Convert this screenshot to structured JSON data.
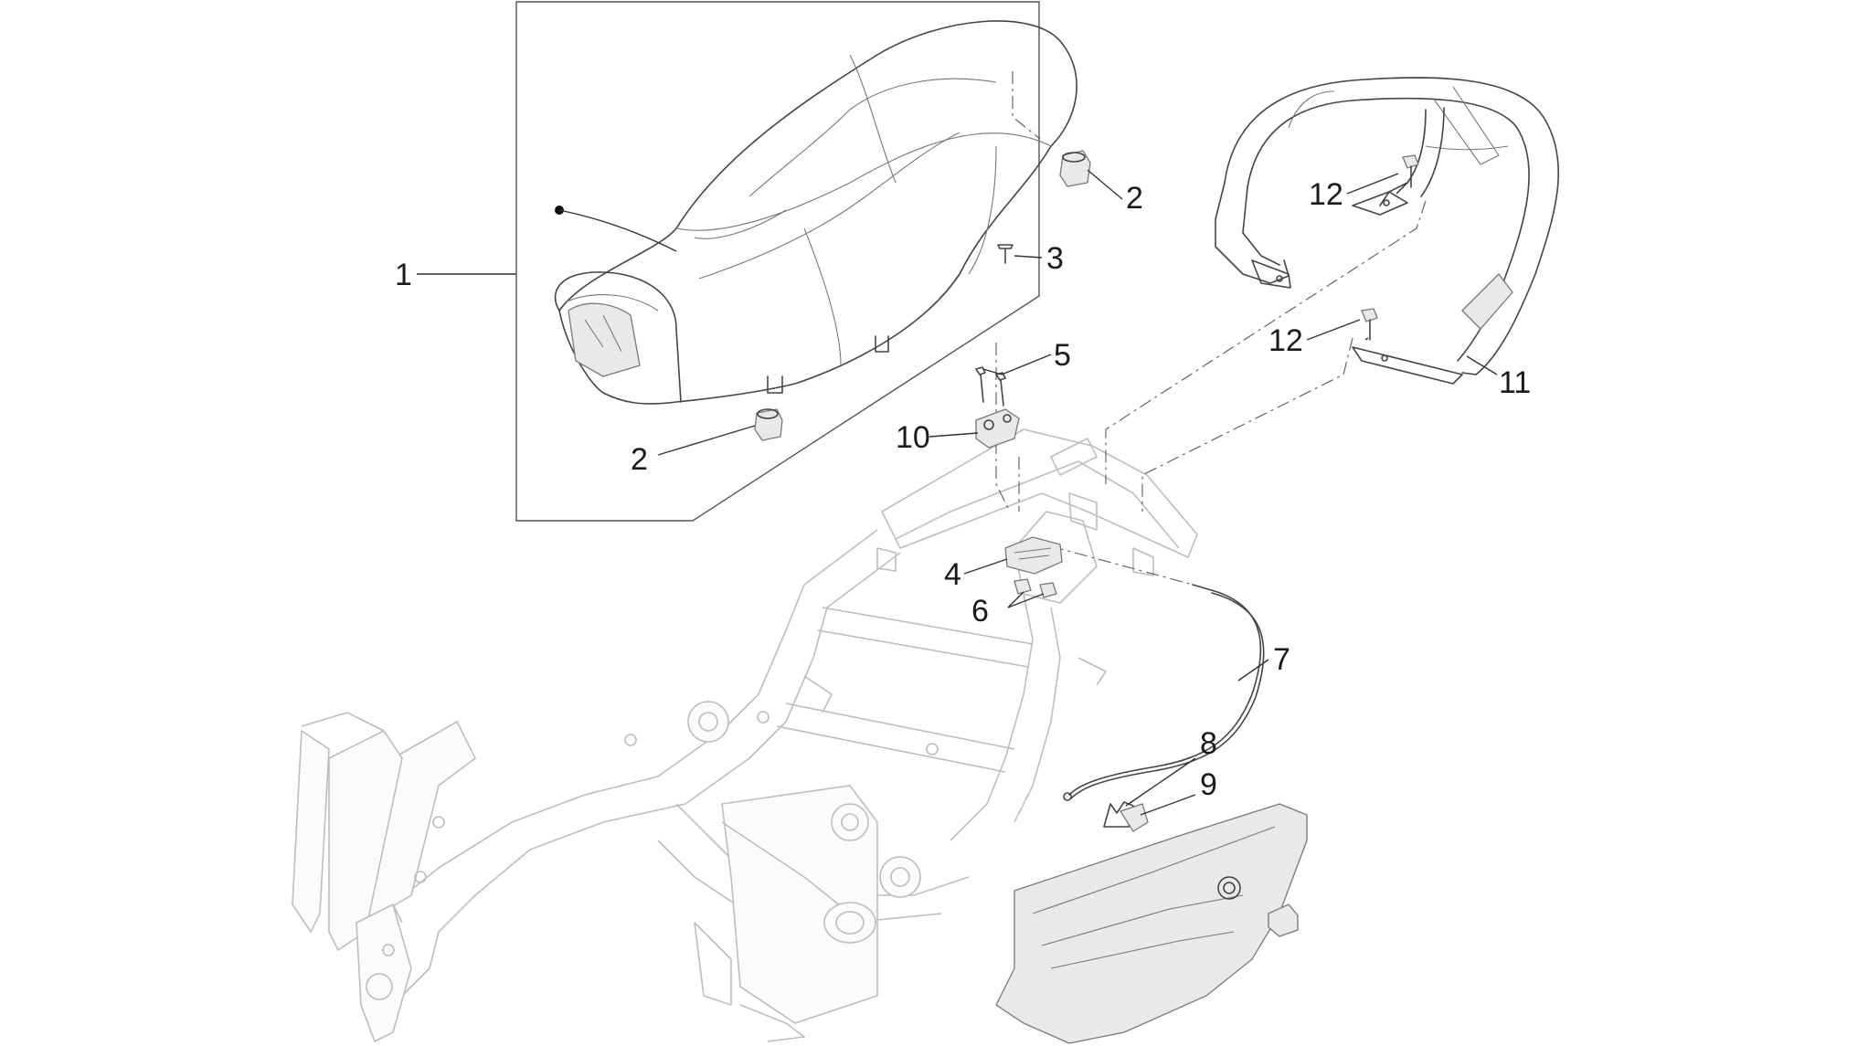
{
  "callouts": {
    "c1": "1",
    "c2a": "2",
    "c2b": "2",
    "c3": "3",
    "c4": "4",
    "c5": "5",
    "c6": "6",
    "c7": "7",
    "c8": "8",
    "c9": "9",
    "c10": "10",
    "c11": "11",
    "c12a": "12",
    "c12b": "12"
  }
}
